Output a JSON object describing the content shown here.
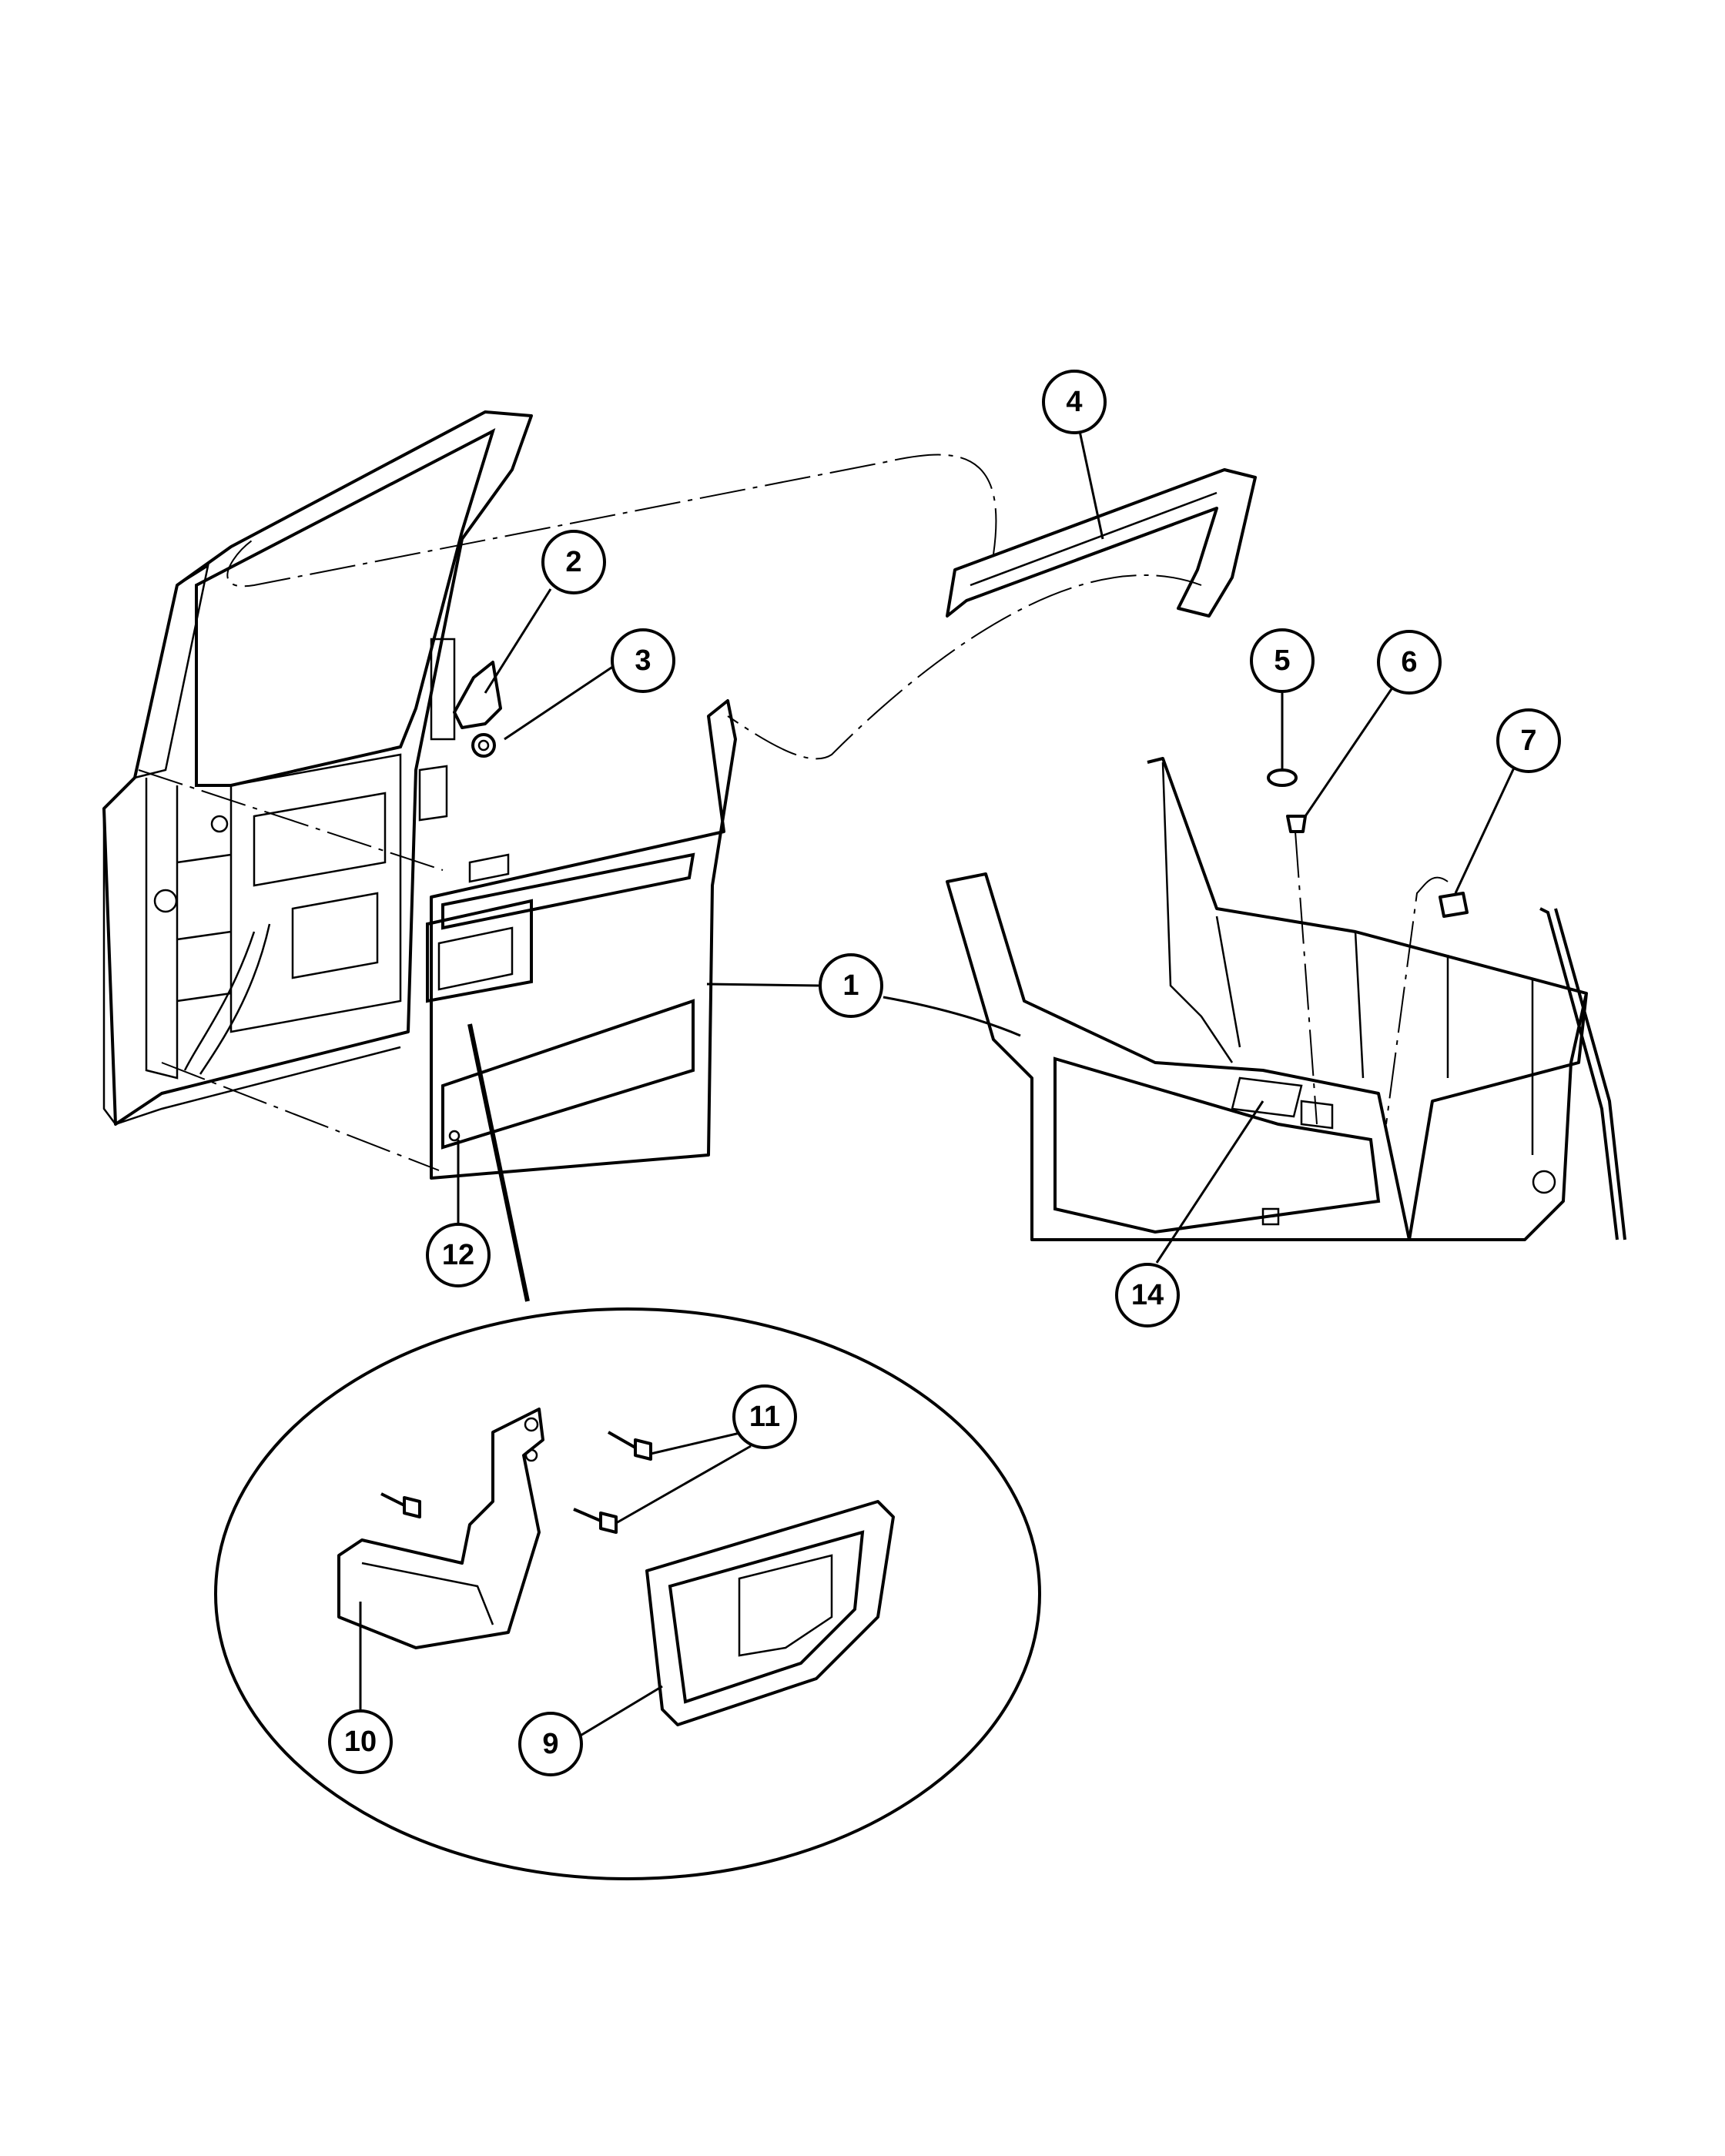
{
  "callouts": [
    {
      "id": "1",
      "label": "1"
    },
    {
      "id": "2",
      "label": "2"
    },
    {
      "id": "3",
      "label": "3"
    },
    {
      "id": "4",
      "label": "4"
    },
    {
      "id": "5",
      "label": "5"
    },
    {
      "id": "6",
      "label": "6"
    },
    {
      "id": "7",
      "label": "7"
    },
    {
      "id": "9",
      "label": "9"
    },
    {
      "id": "10",
      "label": "10"
    },
    {
      "id": "11",
      "label": "11"
    },
    {
      "id": "12",
      "label": "12"
    },
    {
      "id": "14",
      "label": "14"
    }
  ]
}
